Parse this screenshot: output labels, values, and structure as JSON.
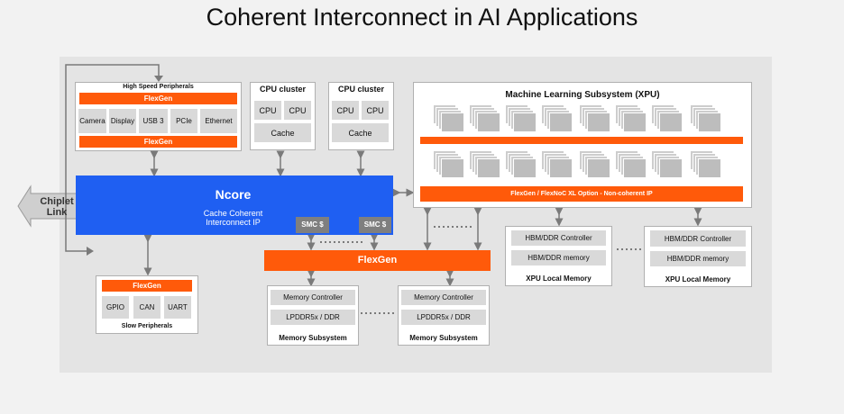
{
  "title": "Coherent Interconnect in AI Applications",
  "high_speed": {
    "label": "High Speed Peripherals",
    "bar_top": "FlexGen",
    "bar_bottom": "FlexGen",
    "items": [
      "Camera",
      "Display",
      "USB 3",
      "PCIe",
      "Ethernet"
    ]
  },
  "cpu_cluster_1": {
    "label": "CPU cluster",
    "cpus": [
      "CPU",
      "CPU"
    ],
    "cache": "Cache"
  },
  "cpu_cluster_2": {
    "label": "CPU cluster",
    "cpus": [
      "CPU",
      "CPU"
    ],
    "cache": "Cache"
  },
  "chiplet": "Chiplet\nLink",
  "ncore": {
    "title": "Ncore",
    "subtitle": "Cache Coherent\nInterconnect IP",
    "smc": [
      "SMC $",
      "SMC $"
    ]
  },
  "flexgen_main": "FlexGen",
  "slow": {
    "bar": "FlexGen",
    "items": [
      "GPIO",
      "CAN",
      "UART"
    ],
    "label": "Slow Peripherals"
  },
  "memory_subsystems": [
    {
      "controller": "Memory Controller",
      "memory": "LPDDR5x / DDR",
      "label": "Memory Subsystem"
    },
    {
      "controller": "Memory Controller",
      "memory": "LPDDR5x / DDR",
      "label": "Memory Subsystem"
    }
  ],
  "ml": {
    "label": "Machine Learning Subsystem (XPU)",
    "bar": "FlexGen / FlexNoC XL Option - Non-coherent IP"
  },
  "xpu_memories": [
    {
      "controller": "HBM/DDR Controller",
      "memory": "HBM/DDR memory",
      "label": "XPU Local Memory"
    },
    {
      "controller": "HBM/DDR Controller",
      "memory": "HBM/DDR memory",
      "label": "XPU Local Memory"
    }
  ],
  "colors": {
    "orange": "#ff5a0a",
    "blue": "#1f5ff2",
    "grey": "#d9d9d9",
    "smc": "#7f7f7f"
  }
}
